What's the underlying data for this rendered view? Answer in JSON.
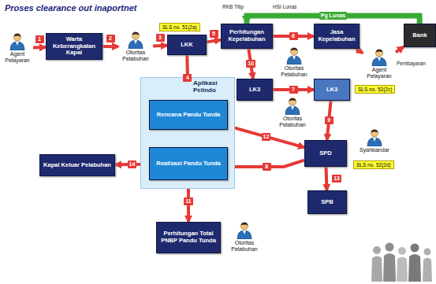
{
  "diagram": {
    "title": "Proses clearance out inaportnet",
    "nodes": [
      {
        "text": [
          "Agent Pelayaran"
        ]
      },
      {
        "text": [
          "Warta Keberangkatan Kapal"
        ]
      },
      {
        "text": [
          "Otoritas Pelabuhan"
        ]
      },
      {
        "text": [
          "LKK"
        ]
      },
      {
        "text": [
          "SLS no. 51(2a)"
        ]
      },
      {
        "text": [
          "Perhitungan Kepelabuhan"
        ]
      },
      {
        "text": [
          "Otoritas Pelabuhan"
        ]
      },
      {
        "text": [
          "Jasa Kepelabuhan"
        ]
      },
      {
        "text": [
          "Agent Pelayaran"
        ]
      },
      {
        "text": [
          "Bank"
        ]
      },
      {
        "text": [
          "Aplikasi Pelindo"
        ]
      },
      {
        "text": [
          "Rencana Pandu Tunda"
        ],
        "in": 10
      },
      {
        "text": [
          "Realisasi Pandu Tunda"
        ],
        "in": 10
      },
      {
        "text": [
          "LK3"
        ]
      },
      {
        "text": [
          "Otoritas Pelabuhan"
        ]
      },
      {
        "text": [
          "LK3"
        ]
      },
      {
        "text": [
          "SLS no. 52(2c)"
        ]
      },
      {
        "text": [
          "SPD"
        ]
      },
      {
        "text": [
          "Syahbandar"
        ]
      },
      {
        "text": [
          "SLS no. 52(2d)"
        ]
      },
      {
        "text": [
          "SPB"
        ]
      },
      {
        "text": [
          "Kapal Keluar Pelabuhan"
        ]
      },
      {
        "text": [
          "Perhitungan Total PNBP Pandu Tunda"
        ]
      },
      {
        "text": [
          "Otoritas Pelabuhan"
        ]
      }
    ],
    "edges": [
      {
        "from": 0,
        "to": 1,
        "arrow": "to",
        "label": "1"
      },
      {
        "from": 1,
        "to": 2,
        "arrow": "to",
        "label": "2"
      },
      {
        "from": 2,
        "to": 3,
        "arrow": "to",
        "label": "3"
      },
      {
        "from": 3,
        "to": 5,
        "arrow": "to",
        "label": "5"
      },
      {
        "from": 5,
        "to": 7,
        "arrow": "to",
        "label": "6"
      },
      {
        "from": 9,
        "to": 5,
        "arrow": "to",
        "label": "Pg Lunas"
      },
      {
        "from": 7,
        "to": 8,
        "arrow": "to"
      },
      {
        "from": 8,
        "to": 9,
        "arrow": "to"
      },
      {
        "from": 3,
        "to": 11,
        "arrow": "to",
        "label": "4"
      },
      {
        "from": 5,
        "to": 13,
        "arrow": "to",
        "label": "10"
      },
      {
        "from": 13,
        "to": 15,
        "arrow": "to",
        "label": "7"
      },
      {
        "from": 15,
        "to": 17,
        "arrow": "to",
        "label": "9"
      },
      {
        "from": 11,
        "to": 17,
        "arrow": "to",
        "label": "12"
      },
      {
        "from": 17,
        "to": 12,
        "arrow": "to",
        "label": "8"
      },
      {
        "from": 12,
        "to": 21,
        "arrow": "to",
        "label": "14"
      },
      {
        "from": 12,
        "to": 22,
        "arrow": "to",
        "label": "11"
      },
      {
        "from": 17,
        "to": 20,
        "arrow": "to",
        "label": "13"
      }
    ],
    "labels": [
      "RKB Titip",
      "HSI Lunas",
      "Pembayaran"
    ]
  }
}
